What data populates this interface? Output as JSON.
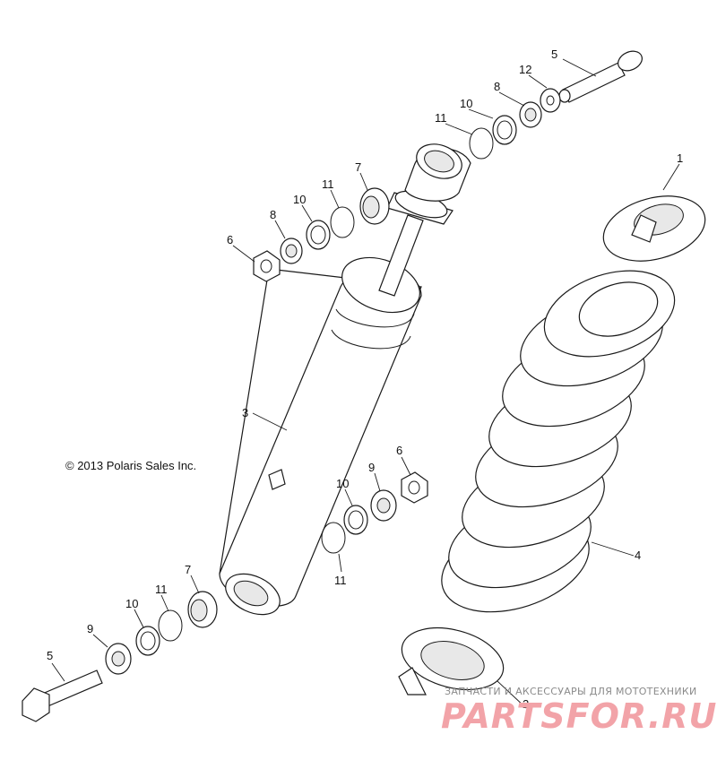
{
  "copyright": "© 2013 Polaris Sales Inc.",
  "watermark": {
    "tagline": "ЗАПЧАСТИ И АКСЕССУАРЫ ДЛЯ МОТОТЕХНИКИ",
    "logo_text": "PARTSFOR.RU",
    "color": "#f2a3a8"
  },
  "callouts": [
    "1",
    "2",
    "3",
    "4",
    "5",
    "5",
    "6",
    "6",
    "7",
    "7",
    "8",
    "8",
    "9",
    "9",
    "10",
    "10",
    "10",
    "10",
    "11",
    "11",
    "11",
    "11",
    "12"
  ]
}
